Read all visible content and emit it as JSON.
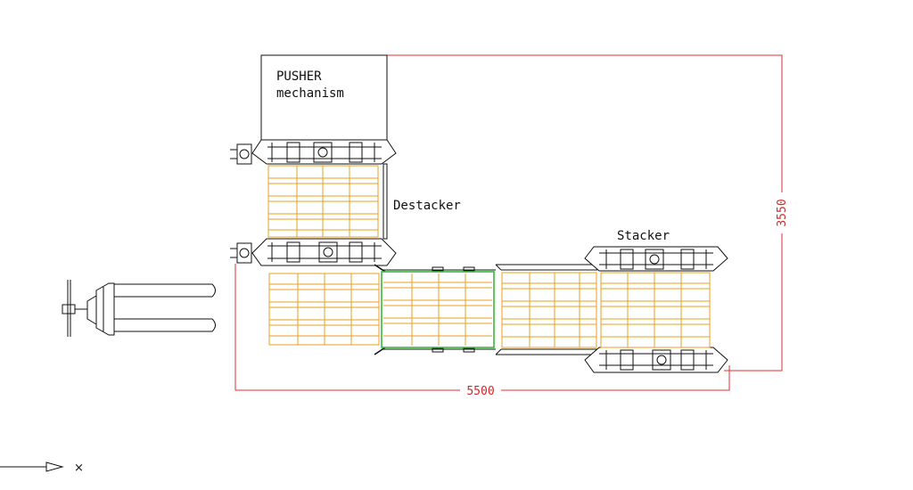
{
  "labels": {
    "pusher_line1": "PUSHER",
    "pusher_line2": "mechanism",
    "destacker": "Destacker",
    "stacker": "Stacker"
  },
  "dimensions": {
    "width": "5500",
    "height": "3550"
  },
  "axis": {
    "x_label": "×"
  },
  "colors": {
    "outline": "#111111",
    "dimension": "#e03030",
    "pallet": "#e8a020",
    "pallet_active": "#3ab83a",
    "background": "#ffffff"
  },
  "icons": {
    "axis": "arrow-right-icon",
    "truck": "pallet-truck-icon"
  }
}
